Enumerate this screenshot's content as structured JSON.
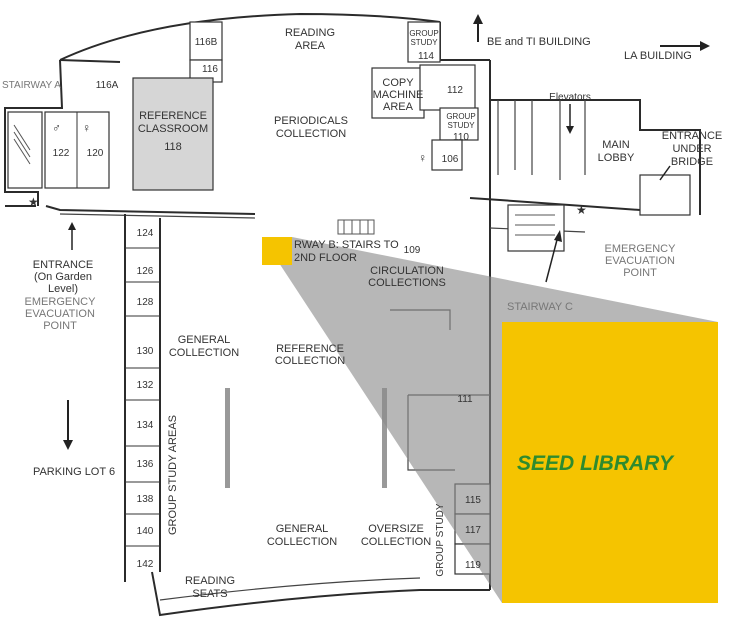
{
  "labels": {
    "reading_area": [
      "READING",
      "AREA"
    ],
    "group_study_114": [
      "GROUP",
      "STUDY"
    ],
    "room_114": "114",
    "be_ti": "BE and TI BUILDING",
    "la_building": "LA BUILDING",
    "room_116b": "116B",
    "room_116": "116",
    "room_116a": "116A",
    "stairway_a": "STAIRWAY A",
    "reference_classroom": [
      "REFERENCE",
      "CLASSROOM"
    ],
    "room_118": "118",
    "room_122": "122",
    "room_120": "120",
    "periodicals": [
      "PERIODICALS",
      "COLLECTION"
    ],
    "copy_machine": [
      "COPY",
      "MACHINE",
      "AREA"
    ],
    "room_112": "112",
    "group_study_110": [
      "GROUP",
      "STUDY"
    ],
    "room_110": "110",
    "room_106": "106",
    "elevators": "Elevators",
    "main_lobby": [
      "MAIN",
      "LOBBY"
    ],
    "entrance_bridge": [
      "ENTRANCE",
      "UNDER",
      "BRIDGE"
    ],
    "entrance_garden": [
      "ENTRANCE",
      "(On Garden",
      "Level)"
    ],
    "evac_left": [
      "EMERGENCY",
      "EVACUATION",
      "POINT"
    ],
    "evac_right": [
      "EMERGENCY",
      "EVACUATION",
      "POINT"
    ],
    "stairway_b": [
      "RWAY B: STAIRS TO",
      "2ND FLOOR"
    ],
    "room_109": "109",
    "circulation": [
      "CIRCULATION",
      "COLLECTIONS"
    ],
    "stairway_c": "STAIRWAY C",
    "rooms_left": [
      "124",
      "126",
      "128",
      "130",
      "132",
      "134",
      "136",
      "138",
      "140",
      "142"
    ],
    "general_collection_top": [
      "GENERAL",
      "COLLECTION"
    ],
    "reference_collection": [
      "REFERENCE",
      "COLLECTION"
    ],
    "room_111": "111",
    "parking": "PARKING LOT 6",
    "group_study_areas": "GROUP STUDY AREAS",
    "general_collection_bottom": [
      "GENERAL",
      "COLLECTION"
    ],
    "oversize": [
      "OVERSIZE",
      "COLLECTION"
    ],
    "group_study_right": "GROUP STUDY",
    "room_115": "115",
    "room_117": "117",
    "room_119": "119",
    "reading_seats": [
      "READING",
      "SEATS"
    ]
  },
  "highlight": {
    "label": "SEED LIBRARY",
    "fill_color": "#f5c400",
    "text_color": "#2e8b2e",
    "wedge_color": "#8a8a8a"
  }
}
